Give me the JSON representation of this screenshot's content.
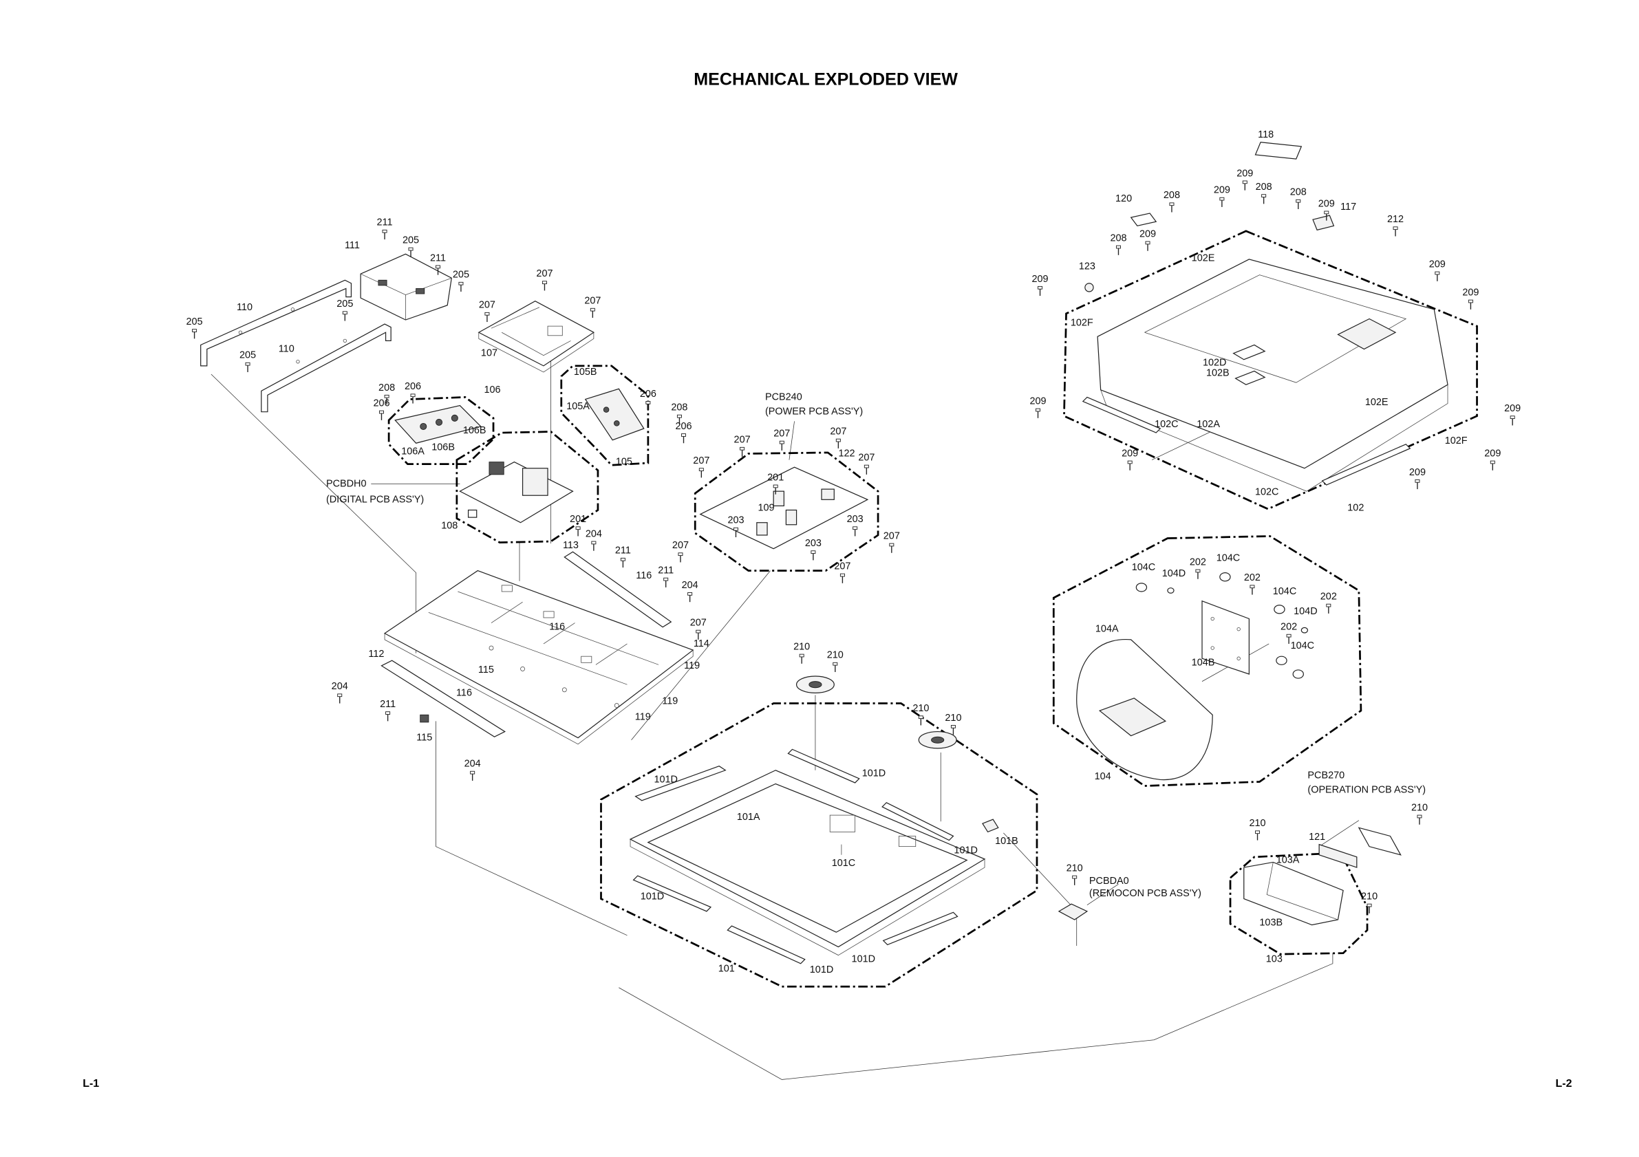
{
  "title": "MECHANICAL EXPLODED VIEW",
  "page_labels": {
    "left": "L-1",
    "right": "L-2"
  },
  "assemblies": {
    "power": {
      "code": "PCB240",
      "name": "(POWER PCB ASS'Y)"
    },
    "digital": {
      "code": "PCBDH0",
      "name": "(DIGITAL PCB ASS'Y)"
    },
    "remocon": {
      "code": "PCBDA0",
      "name": "(REMOCON PCB ASS'Y)"
    },
    "operation": {
      "code": "PCB270",
      "name": "(OPERATION PCB ASS'Y)"
    }
  },
  "part_numbers": [
    "211",
    "111",
    "205",
    "211",
    "205",
    "205",
    "110",
    "205",
    "110",
    "205",
    "207",
    "207",
    "207",
    "107",
    "105B",
    "105A",
    "206",
    "208",
    "206",
    "105",
    "208",
    "206",
    "206",
    "106",
    "106B",
    "106A",
    "106B",
    "108",
    "201",
    "207",
    "207",
    "207",
    "122",
    "207",
    "207",
    "201",
    "109",
    "203",
    "203",
    "203",
    "207",
    "207",
    "207",
    "113",
    "204",
    "211",
    "211",
    "116",
    "204",
    "207",
    "114",
    "116",
    "115",
    "119",
    "119",
    "119",
    "112",
    "204",
    "116",
    "211",
    "115",
    "204",
    "210",
    "210",
    "210",
    "210",
    "101D",
    "101D",
    "101A",
    "101B",
    "101D",
    "101C",
    "101D",
    "101D",
    "101D",
    "101",
    "210",
    "118",
    "209",
    "209",
    "208",
    "208",
    "209",
    "117",
    "120",
    "208",
    "212",
    "208",
    "209",
    "102E",
    "123",
    "209",
    "209",
    "209",
    "102F",
    "102D",
    "102B",
    "209",
    "102E",
    "209",
    "102C",
    "102A",
    "102F",
    "209",
    "209",
    "209",
    "102C",
    "102",
    "104C",
    "104D",
    "202",
    "104C",
    "202",
    "104C",
    "202",
    "104D",
    "202",
    "104C",
    "104A",
    "104B",
    "104",
    "210",
    "210",
    "121",
    "103A",
    "210",
    "103B",
    "103"
  ]
}
